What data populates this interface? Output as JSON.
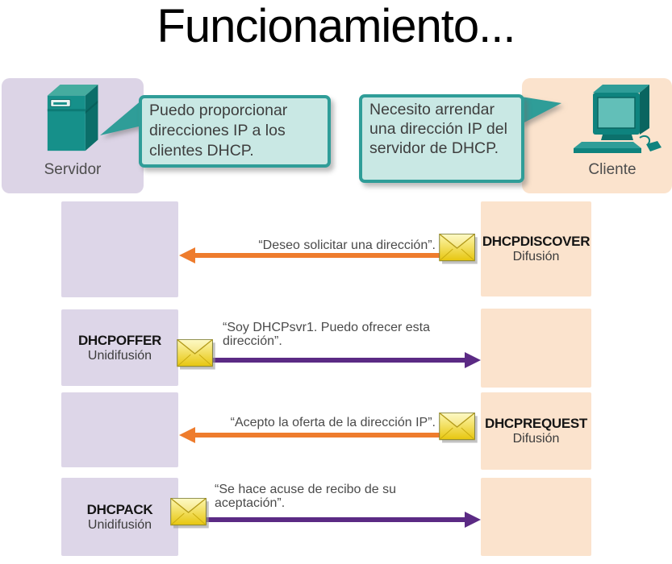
{
  "title": "Funcionamiento...",
  "actors": {
    "server": {
      "label": "Servidor",
      "bubble": "Puedo proporcionar direcciones IP a los clientes DHCP.",
      "icon": "server-tower-icon"
    },
    "client": {
      "label": "Cliente",
      "bubble": "Necesito arrendar una dirección IP del servidor de DHCP.",
      "icon": "desktop-computer-icon"
    }
  },
  "messages": [
    {
      "protocol": "DHCPDISCOVER",
      "cast": "Difusión",
      "quote": "“Deseo solicitar una dirección”.",
      "from": "client",
      "to": "server",
      "arrow_color": "#ee7c2d",
      "icon": "envelope-icon"
    },
    {
      "protocol": "DHCPOFFER",
      "cast": "Unidifusión",
      "quote": "“Soy DHCPsvr1. Puedo ofrecer esta dirección”.",
      "from": "server",
      "to": "client",
      "arrow_color": "#5b2a84",
      "icon": "envelope-icon"
    },
    {
      "protocol": "DHCPREQUEST",
      "cast": "Difusión",
      "quote": "“Acepto la oferta de la dirección IP”.",
      "from": "client",
      "to": "server",
      "arrow_color": "#ee7c2d",
      "icon": "envelope-icon"
    },
    {
      "protocol": "DHCPACK",
      "cast": "Unidifusión",
      "quote": "“Se hace acuse de recibo de su aceptación”.",
      "from": "server",
      "to": "client",
      "arrow_color": "#5b2a84",
      "icon": "envelope-icon"
    }
  ],
  "colors": {
    "server_panel": "#dcd4e6",
    "client_panel": "#fbe3cd",
    "bubble_fill": "#c9e8e4",
    "bubble_border": "#2f9d98",
    "broadcast_arrow": "#ee7c2d",
    "unicast_arrow": "#5b2a84",
    "envelope_top": "#fdf7b0",
    "envelope_bottom": "#e7c60e",
    "device_teal": "#16908a"
  }
}
